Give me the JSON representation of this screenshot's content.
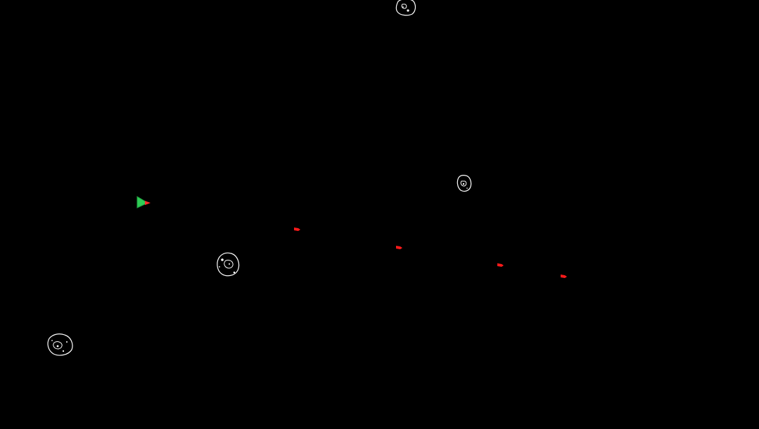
{
  "scene": {
    "background_color": "#000000",
    "ship_color": "#2ecc55",
    "ship_outline_color": "#1e9e3e",
    "thruster_color": "#ff2b2b",
    "projectile_color": "#ff1a1a",
    "asteroid_stroke_color": "#ffffff",
    "objects": {
      "player_ship": "player-ship",
      "projectile_count": 4,
      "asteroid_count": 4
    }
  }
}
